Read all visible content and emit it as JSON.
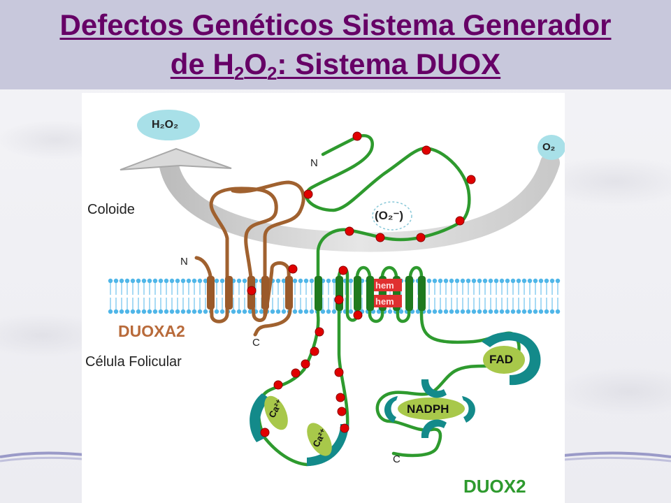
{
  "slide": {
    "title_part1": "Defectos Genéticos Sistema Generador",
    "title_part2_prefix": "de H",
    "title_sub1": "2",
    "title_o": "O",
    "title_sub2": "2",
    "title_part2_suffix": ": Sistema DUOX"
  },
  "figure": {
    "labels": {
      "coloide": "Coloide",
      "celula": "Célula Folicular",
      "duoxa2": "DUOXA2",
      "duox2": "DUOX2",
      "n_duox2": "N",
      "n_duoxa2": "N",
      "c_duoxa2": "C",
      "c_duox2": "C",
      "h2o2": "H₂O₂",
      "o2": "O₂",
      "superoxide": "(O₂⁻)",
      "hem_1": "hem",
      "hem_2": "hem",
      "fad": "FAD",
      "nadph": "NADPH",
      "calcium_1": "Ca²⁺",
      "calcium_2": "Ca²⁺"
    },
    "colors": {
      "title": "#660066",
      "title_bar": "#c8c8dc",
      "duox2_chain": "#2e9a2e",
      "duoxa2_chain": "#a0612f",
      "membrane": "#4fb6e8",
      "mutation_dot": "#e00000",
      "domain_teal": "#138a8a",
      "cofactor_green": "#a8c84a",
      "bubble": "#a8e0e8"
    }
  }
}
